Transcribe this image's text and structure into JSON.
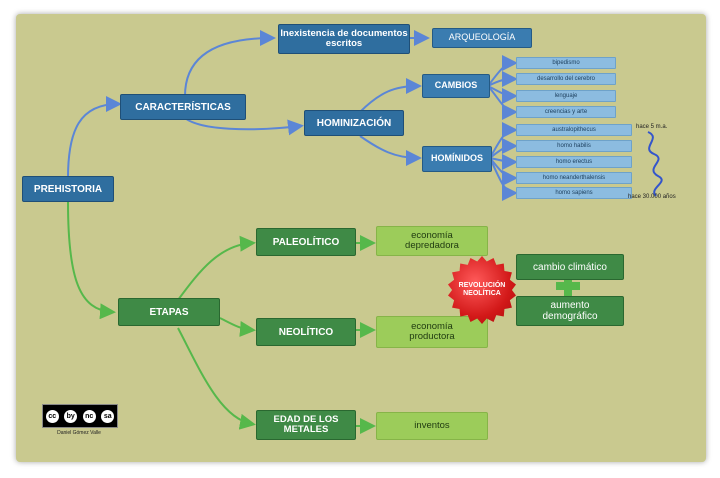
{
  "root": "PREHISTORIA",
  "caracteristicas": {
    "label": "CARACTERÍSTICAS",
    "documentos": "Inexistencia de documentos escritos",
    "arqueologia": "ARQUEOLOGÍA",
    "hominizacion": "HOMINIZACIÓN",
    "cambios": {
      "label": "CAMBIOS",
      "items": [
        "bipedismo",
        "desarrollo del cerebro",
        "lenguaje",
        "creencias y arte"
      ]
    },
    "hominidos": {
      "label": "HOMÍNIDOS",
      "items": [
        "australopithecus",
        "homo habilis",
        "homo erectus",
        "homo neanderthalensis",
        "homo sapiens"
      ],
      "time_start": "hace 5 m.a.",
      "time_end": "hace 30.000 años"
    }
  },
  "etapas": {
    "label": "ETAPAS",
    "paleolitico": {
      "label": "PALEOLÍTICO",
      "economia": "economía depredadora"
    },
    "neolitico": {
      "label": "NEOLÍTICO",
      "economia": "economía productora"
    },
    "metales": {
      "label": "EDAD DE LOS METALES",
      "economia": "inventos"
    },
    "revolucion": "REVOLUCIÓN NEOLÍTICA",
    "cambio_climatico": "cambio climático",
    "aumento": "aumento demográfico"
  },
  "license": {
    "badge_letters": [
      "cc",
      "by",
      "nc",
      "sa"
    ],
    "author": "Daniel Gómez Valle"
  },
  "colors": {
    "background": "#c9c98f",
    "blue_node": "#2f6e9f",
    "blue_leaf": "#8cbce0",
    "green_node": "#3f8a46",
    "green_leaf": "#9ccc5a",
    "blue_link": "#5b86d6",
    "green_link": "#56b84b"
  },
  "icons": [
    "wavy-line-icon",
    "plus-icon",
    "creative-commons-icon"
  ]
}
